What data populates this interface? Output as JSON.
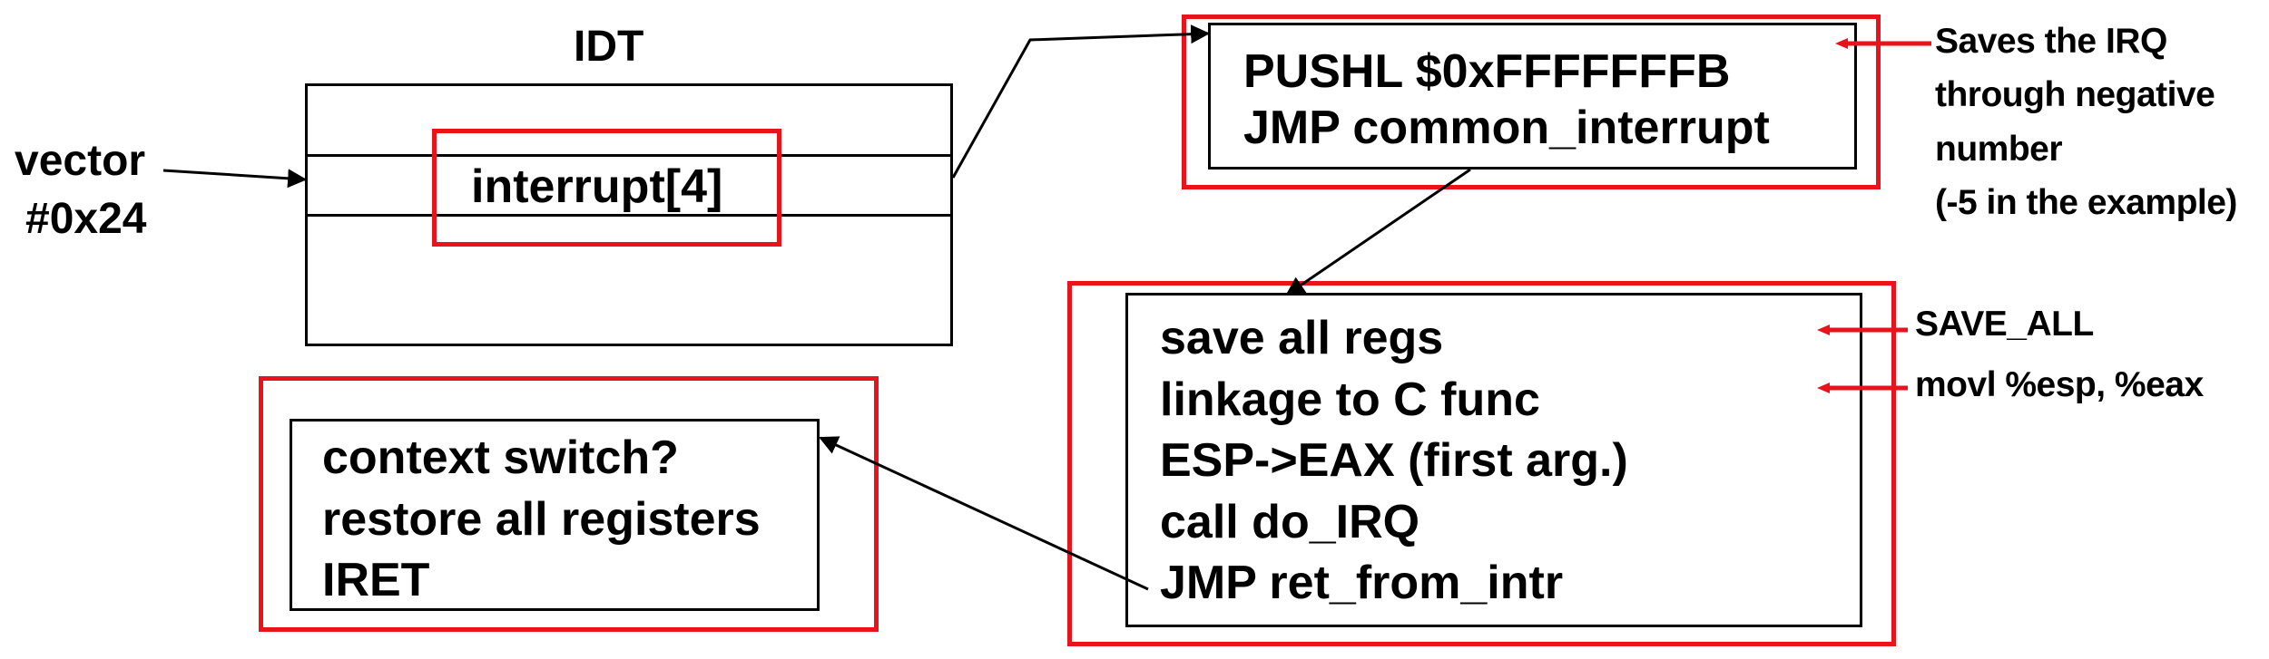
{
  "idt": {
    "title": "IDT",
    "entry": "interrupt[4]"
  },
  "vector": {
    "line1": "vector",
    "line2": "#0x24"
  },
  "stub": {
    "lines": [
      "PUSHL $0xFFFFFFFB",
      "JMP common_interrupt"
    ]
  },
  "common_interrupt": {
    "lines": [
      "save all regs",
      "linkage to C func",
      "ESP->EAX (first arg.)",
      "call do_IRQ",
      "JMP ret_from_intr"
    ]
  },
  "ret_from_intr": {
    "lines": [
      "context switch?",
      "restore all registers",
      "IRET"
    ]
  },
  "notes": {
    "irq": [
      "Saves the IRQ",
      "through negative",
      "number",
      "(-5 in the example)"
    ],
    "save_all": "SAVE_ALL",
    "movl": "movl %esp, %eax"
  },
  "colors": {
    "highlight": "#e8141c",
    "outline": "#000000"
  }
}
